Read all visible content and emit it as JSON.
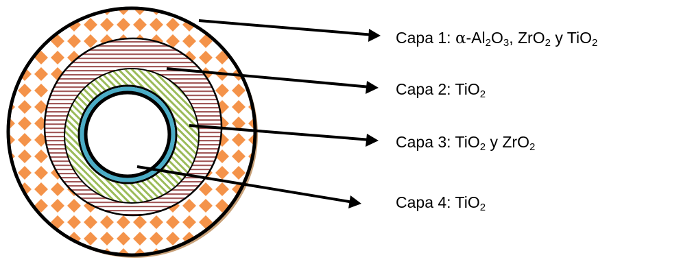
{
  "colors": {
    "layer1_pattern": "#f4934a",
    "layer2_stripes": "#a25a5a",
    "layer3_stripes": "#9bbb59",
    "layer4_ring": "#4bacc6",
    "outline": "#000000",
    "shadow": "#c9a27a"
  },
  "labels": {
    "layer1": {
      "prefix": "Capa 1: ",
      "greek": "α",
      "al": "-Al",
      "al_sub": "2",
      "o": "O",
      "o_sub": "3",
      "sep1": ", ZrO",
      "zr_sub": "2",
      "sep2": " y TiO",
      "ti_sub": "2"
    },
    "layer2": {
      "prefix": "Capa 2: TiO",
      "sub": "2"
    },
    "layer3": {
      "prefix": "Capa 3: TiO",
      "sub1": "2",
      "mid": " y ZrO",
      "sub2": "2"
    },
    "layer4": {
      "prefix": "Capa 4: TiO",
      "sub": "2"
    }
  }
}
